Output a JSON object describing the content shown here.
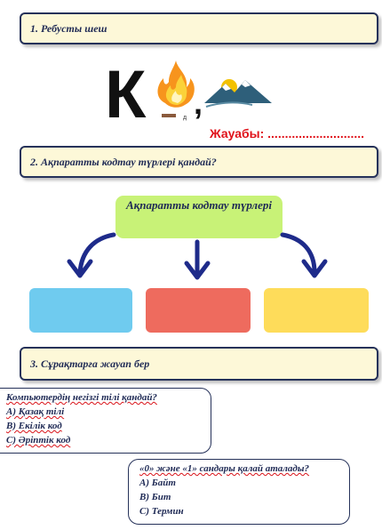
{
  "task1": {
    "title": "1. Ребусты шеш"
  },
  "rebus": {
    "letter": "К",
    "comma": ",",
    "small_label": "д",
    "answer": "Жауабы: ............................"
  },
  "task2": {
    "title": "2. Ақпаратты кодтау түрлері қандай?",
    "center_label": "Ақпаратты кодтау түрлері"
  },
  "task3": {
    "title": "3. Сұрақтарға жауап бер"
  },
  "question1": {
    "question": "Компьютердің негізгі тілі қандай?",
    "options": [
      "А) Қазақ тілі",
      "В) Екілік код",
      "С) Әріптік код"
    ]
  },
  "question2": {
    "question": "«0» және «1» сандары қалай аталады?",
    "options": [
      "А) Байт",
      "В) Бит",
      "С) Термин"
    ]
  },
  "colors": {
    "box_blue": "#6fcbef",
    "box_red": "#ee6b5e",
    "box_yellow": "#fedc5a",
    "center_box": "#c8f277",
    "arrow": "#1e2b8a",
    "answer_text": "#e0121a"
  }
}
